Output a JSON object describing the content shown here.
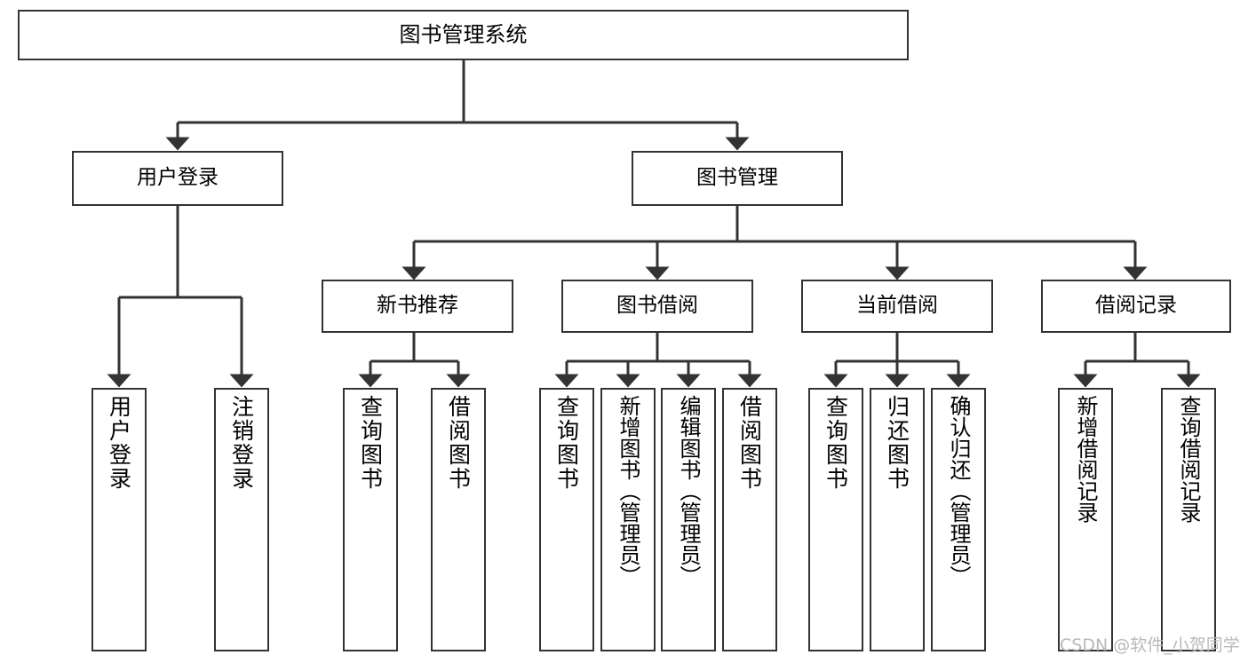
{
  "diagram": {
    "title": "图书管理系统",
    "type": "tree-hierarchy-chart",
    "watermark": "CSDN @软件_小贺同学",
    "colors": {
      "box_border": "#333333",
      "box_fill": "#ffffff",
      "edge": "#333333",
      "text": "#000000",
      "watermark": "#b9b9b9",
      "background": "#ffffff"
    },
    "root": {
      "label": "图书管理系统"
    },
    "level2": [
      {
        "label": "用户登录"
      },
      {
        "label": "图书管理"
      }
    ],
    "level3": [
      {
        "label": "新书推荐"
      },
      {
        "label": "图书借阅"
      },
      {
        "label": "当前借阅"
      },
      {
        "label": "借阅记录"
      }
    ],
    "leaves": {
      "user_login": [
        {
          "label": "用户登录"
        },
        {
          "label": "注销登录"
        }
      ],
      "new_book_recommend": [
        {
          "label": "查询图书"
        },
        {
          "label": "借阅图书"
        }
      ],
      "book_borrow": [
        {
          "label": "查询图书"
        },
        {
          "label": "新增图书（管理员）"
        },
        {
          "label": "编辑图书（管理员）"
        },
        {
          "label": "借阅图书"
        }
      ],
      "current_borrow": [
        {
          "label": "查询图书"
        },
        {
          "label": "归还图书"
        },
        {
          "label": "确认归还（管理员）"
        }
      ],
      "borrow_record": [
        {
          "label": "新增借阅记录"
        },
        {
          "label": "查询借阅记录"
        }
      ]
    }
  }
}
